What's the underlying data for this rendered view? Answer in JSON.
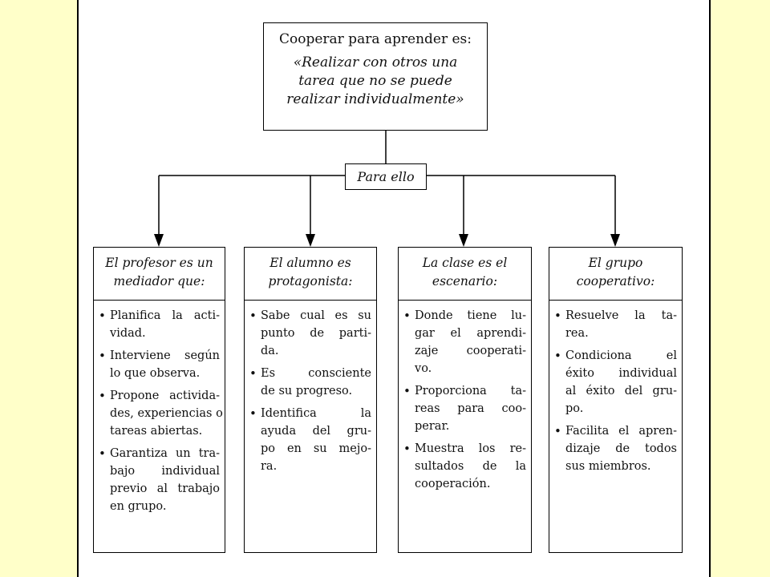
{
  "top": {
    "heading": "Cooperar para aprender es:",
    "quote_lines": [
      "«Realizar con otros una",
      "tarea que no se puede",
      "realizar individualmente»"
    ]
  },
  "connector_label": "Para ello",
  "columns": [
    {
      "heading_lines": [
        "El profesor es un",
        "mediador que:"
      ],
      "bullets": [
        [
          "Planifica la acti-",
          "vidad."
        ],
        [
          "Interviene según",
          "lo que observa."
        ],
        [
          "Propone activida-",
          "des, experiencias o",
          "tareas abiertas."
        ],
        [
          "Garantiza un tra-",
          "bajo individual",
          "previo al trabajo",
          "en grupo."
        ]
      ]
    },
    {
      "heading_lines": [
        "El alumno es",
        "protagonista:"
      ],
      "bullets": [
        [
          "Sabe cual es su",
          "punto de parti-",
          "da."
        ],
        [
          "Es consciente",
          "de su progreso."
        ],
        [
          "Identifica la",
          "ayuda del gru-",
          "po en su mejo-",
          "ra."
        ]
      ]
    },
    {
      "heading_lines": [
        "La clase es el",
        "escenario:"
      ],
      "bullets": [
        [
          "Donde tiene lu-",
          "gar el aprendi-",
          "zaje cooperati-",
          "vo."
        ],
        [
          "Proporciona ta-",
          "reas para coo-",
          "perar."
        ],
        [
          "Muestra los re-",
          "sultados de la",
          "cooperación."
        ]
      ]
    },
    {
      "heading_lines": [
        "El grupo",
        "cooperativo:"
      ],
      "bullets": [
        [
          "Resuelve la ta-",
          "rea."
        ],
        [
          "Condiciona el",
          "éxito individual",
          "al éxito del gru-",
          "po."
        ],
        [
          "Facilita el apren-",
          "dizaje de todos",
          "sus miembros."
        ]
      ]
    }
  ]
}
